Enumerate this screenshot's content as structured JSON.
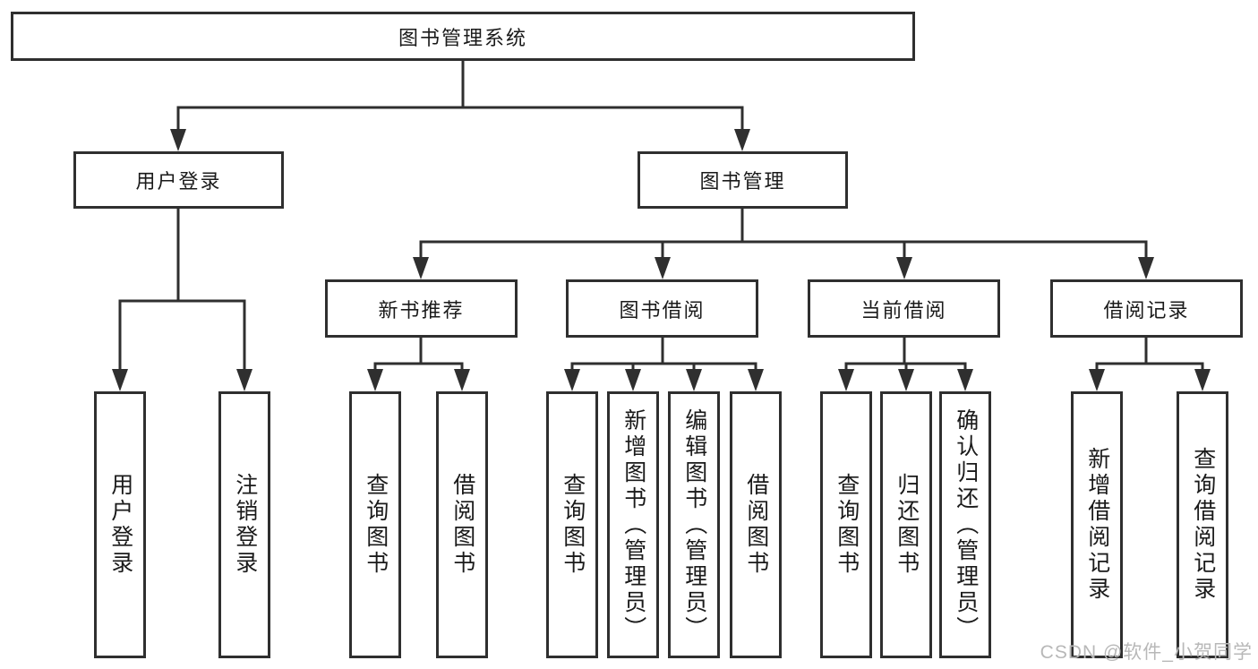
{
  "diagram": {
    "root": {
      "label": "图书管理系统"
    },
    "branches": [
      {
        "label": "用户登录",
        "children": [
          "用户登录",
          "注销登录"
        ]
      },
      {
        "label": "图书管理",
        "sections": [
          {
            "label": "新书推荐",
            "children": [
              "查询图书",
              "借阅图书"
            ]
          },
          {
            "label": "图书借阅",
            "children": [
              "查询图书",
              "新增图书（管理员）",
              "编辑图书（管理员）",
              "借阅图书"
            ]
          },
          {
            "label": "当前借阅",
            "children": [
              "查询图书",
              "归还图书",
              "确认归还（管理员）"
            ]
          },
          {
            "label": "借阅记录",
            "children": [
              "新增借阅记录",
              "查询借阅记录"
            ]
          }
        ]
      }
    ]
  },
  "watermark": {
    "text": "CSDN @软件_小贺同学"
  },
  "colors": {
    "line": "#2f2f2f",
    "text": "#1a1a1a",
    "watermark": "#b8b8b8",
    "background": "#ffffff"
  }
}
